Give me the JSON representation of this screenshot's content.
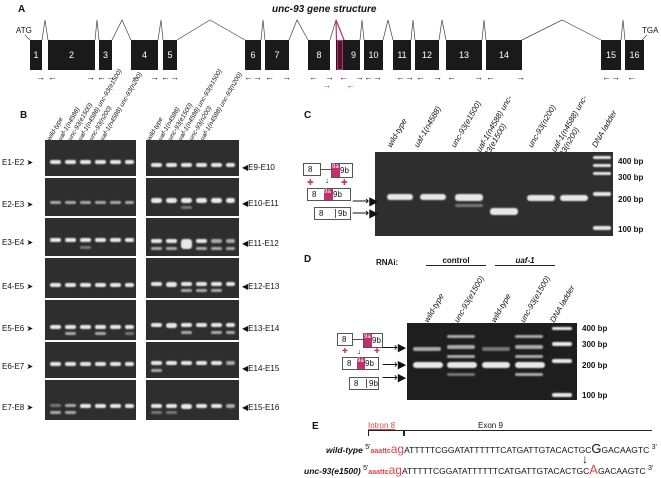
{
  "panelA": {
    "letter": "A",
    "title": "unc-93 gene structure",
    "start_codon": "ATG",
    "stop_codon": "TGA",
    "exons": [
      "1",
      "2",
      "3",
      "4",
      "5",
      "6",
      "7",
      "8",
      "9",
      "10",
      "11",
      "12",
      "13",
      "14",
      "15",
      "16"
    ],
    "highlight_color": "#c0306a"
  },
  "panelB": {
    "letter": "B",
    "lanes": [
      "wild-type",
      "uaf-1(n4588)",
      "unc-93(e1500)",
      "uaf-1(n4588) unc-93(e1500)",
      "unc-93(n200)",
      "uaf-1(n4588) unc-93(n200)"
    ],
    "left_rows": [
      "E1-E2",
      "E2-E3",
      "E3-E4",
      "E4-E5",
      "E5-E6",
      "E6-E7",
      "E7-E8"
    ],
    "right_rows": [
      "E9-E10",
      "E10-E11",
      "E11-E12",
      "E12-E13",
      "E13-E14",
      "E14-E15",
      "E15-E16"
    ]
  },
  "panelC": {
    "letter": "C",
    "lanes": [
      "wild-type",
      "uaf-1(n4588)",
      "unc-93(e1500)",
      "uaf-1(n4588) unc-93(e1500)",
      "unc-93(n200)",
      "uaf-1(n4588) unc-93(n200)",
      "DNA ladder"
    ],
    "ladder": [
      "400 bp",
      "300 bp",
      "200 bp",
      "100 bp"
    ],
    "diagram": {
      "exon8": "8",
      "exon9a": "9a",
      "exon9b": "9b"
    }
  },
  "panelD": {
    "letter": "D",
    "rnai_label": "RNAi:",
    "groups": [
      "control",
      "uaf-1"
    ],
    "lanes": [
      "wild-type",
      "unc-93(e1500)",
      "wild-type",
      "unc-93(e1500)",
      "DNA ladder"
    ],
    "ladder": [
      "400 bp",
      "300 bp",
      "200 bp",
      "100 bp"
    ]
  },
  "panelE": {
    "letter": "E",
    "intron_label": "Intron 8",
    "exon_label": "Exon 9",
    "rows": [
      {
        "name": "wild-type",
        "five": "5'",
        "intron": "aaattc",
        "ag": "ag",
        "seq1": "ATTTTTCGGATATTTTTTCATGATTGTACACTGC",
        "mut": "G",
        "seq2": "GACAAGTC",
        "three": "3'"
      },
      {
        "name": "unc-93(e1500)",
        "five": "5'",
        "intron": "aaattc",
        "ag": "ag",
        "seq1": "ATTTTTCGGATATTTTTTCATGATTGTACACTGC",
        "mut": "A",
        "seq2": "GACAAGTC",
        "three": "3'"
      }
    ]
  }
}
